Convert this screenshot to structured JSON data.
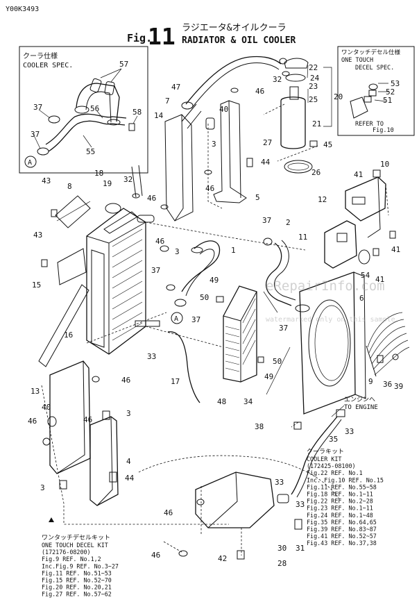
{
  "header": {
    "doc_code": "Y00K3493",
    "fig_prefix": "Fig.",
    "fig_number": "11",
    "title_jp": "ラジエータ&オイルクーラ",
    "title_en": "RADIATOR & OIL COOLER"
  },
  "watermark": {
    "brand": "eRepairInfo.com",
    "notice": "watermarked only on this sample"
  },
  "insets": {
    "cooler_spec": {
      "title_jp": "クーラ仕様",
      "title_en": "COOLER SPEC."
    },
    "decel_spec": {
      "title_jp": "ワンタッチデセル仕様",
      "title_en_1": "ONE TOUCH",
      "title_en_2": "DECEL SPEC.",
      "refer_1": "REFER TO",
      "refer_2": "Fig.10"
    }
  },
  "marks": {
    "circle_a": "A"
  },
  "notes": {
    "to_engine": {
      "jp": "エンジンへ",
      "en": "TO ENGINE"
    },
    "cooler_kit": {
      "jp": "クーラキット",
      "lines": [
        "COOLER KIT",
        "(172425-08100)",
        "Fig.22 REF. No.1",
        "Inc. Fig.10 REF. No.15",
        "Fig.11 REF. No.55~58",
        "Fig.18 REF. No.1~11",
        "Fig.22 REF. No.2~28",
        "Fig.23 REF. No.1~11",
        "Fig.24 REF. No.1~48",
        "Fig.35 REF. No.64,65",
        "Fig.39 REF. No.83~87",
        "Fig.41 REF. No.52~57",
        "Fig.43 REF. No.37,38"
      ]
    },
    "decel_kit": {
      "jp": "ワンタッチデセルキット",
      "lines": [
        "ONE TOUCH DECEL KIT",
        "(172176-08200)",
        "Fig.9  REF. No.1,2",
        "Inc.Fig.9  REF. No.3~27",
        "Fig.11 REF. No.51~53",
        "Fig.15 REF. No.52~70",
        "Fig.20 REF. No.20,21",
        "Fig.27 REF. No.57~62"
      ]
    }
  },
  "callouts": [
    {
      "id": "c1",
      "text": "1"
    },
    {
      "id": "c2",
      "text": "2"
    },
    {
      "id": "c3a",
      "text": "3"
    },
    {
      "id": "c3b",
      "text": "3"
    },
    {
      "id": "c3c",
      "text": "3"
    },
    {
      "id": "c3d",
      "text": "3"
    },
    {
      "id": "c4",
      "text": "4"
    },
    {
      "id": "c5",
      "text": "5"
    },
    {
      "id": "c6",
      "text": "6"
    },
    {
      "id": "c7",
      "text": "7"
    },
    {
      "id": "c8",
      "text": "8"
    },
    {
      "id": "c9",
      "text": "9"
    },
    {
      "id": "c10",
      "text": "10"
    },
    {
      "id": "c11",
      "text": "11"
    },
    {
      "id": "c12",
      "text": "12"
    },
    {
      "id": "c13",
      "text": "13"
    },
    {
      "id": "c14",
      "text": "14"
    },
    {
      "id": "c15",
      "text": "15"
    },
    {
      "id": "c16",
      "text": "16"
    },
    {
      "id": "c17",
      "text": "17"
    },
    {
      "id": "c18",
      "text": "18"
    },
    {
      "id": "c19",
      "text": "19"
    },
    {
      "id": "c20",
      "text": "20"
    },
    {
      "id": "c21",
      "text": "21"
    },
    {
      "id": "c22",
      "text": "22"
    },
    {
      "id": "c23",
      "text": "23"
    },
    {
      "id": "c24",
      "text": "24"
    },
    {
      "id": "c25",
      "text": "25"
    },
    {
      "id": "c26",
      "text": "26"
    },
    {
      "id": "c27",
      "text": "27"
    },
    {
      "id": "c28",
      "text": "28"
    },
    {
      "id": "c30",
      "text": "30"
    },
    {
      "id": "c31",
      "text": "31"
    },
    {
      "id": "c32a",
      "text": "32"
    },
    {
      "id": "c32b",
      "text": "32"
    },
    {
      "id": "c33a",
      "text": "33"
    },
    {
      "id": "c33b",
      "text": "33"
    },
    {
      "id": "c33c",
      "text": "33"
    },
    {
      "id": "c33d",
      "text": "33"
    },
    {
      "id": "c34",
      "text": "34"
    },
    {
      "id": "c35",
      "text": "35"
    },
    {
      "id": "c36",
      "text": "36"
    },
    {
      "id": "c37a",
      "text": "37"
    },
    {
      "id": "c37b",
      "text": "37"
    },
    {
      "id": "c37c",
      "text": "37"
    },
    {
      "id": "c37d",
      "text": "37"
    },
    {
      "id": "c37e",
      "text": "37"
    },
    {
      "id": "c37f",
      "text": "37"
    },
    {
      "id": "c38",
      "text": "38"
    },
    {
      "id": "c39",
      "text": "39"
    },
    {
      "id": "c40a",
      "text": "40"
    },
    {
      "id": "c40b",
      "text": "40"
    },
    {
      "id": "c41a",
      "text": "41"
    },
    {
      "id": "c41b",
      "text": "41"
    },
    {
      "id": "c41c",
      "text": "41"
    },
    {
      "id": "c42",
      "text": "42"
    },
    {
      "id": "c43a",
      "text": "43"
    },
    {
      "id": "c43b",
      "text": "43"
    },
    {
      "id": "c44a",
      "text": "44"
    },
    {
      "id": "c44b",
      "text": "44"
    },
    {
      "id": "c45",
      "text": "45"
    },
    {
      "id": "c46a",
      "text": "46"
    },
    {
      "id": "c46b",
      "text": "46"
    },
    {
      "id": "c46c",
      "text": "46"
    },
    {
      "id": "c46d",
      "text": "46"
    },
    {
      "id": "c46e",
      "text": "46"
    },
    {
      "id": "c46f",
      "text": "46"
    },
    {
      "id": "c46g",
      "text": "46"
    },
    {
      "id": "c46h",
      "text": "46"
    },
    {
      "id": "c46i",
      "text": "46"
    },
    {
      "id": "c47",
      "text": "47"
    },
    {
      "id": "c48",
      "text": "48"
    },
    {
      "id": "c49a",
      "text": "49"
    },
    {
      "id": "c49b",
      "text": "49"
    },
    {
      "id": "c50a",
      "text": "50"
    },
    {
      "id": "c50b",
      "text": "50"
    },
    {
      "id": "c51",
      "text": "51"
    },
    {
      "id": "c52",
      "text": "52"
    },
    {
      "id": "c53",
      "text": "53"
    },
    {
      "id": "c54",
      "text": "54"
    },
    {
      "id": "c55",
      "text": "55"
    },
    {
      "id": "c56",
      "text": "56"
    },
    {
      "id": "c57",
      "text": "57"
    },
    {
      "id": "c58",
      "text": "58"
    }
  ]
}
